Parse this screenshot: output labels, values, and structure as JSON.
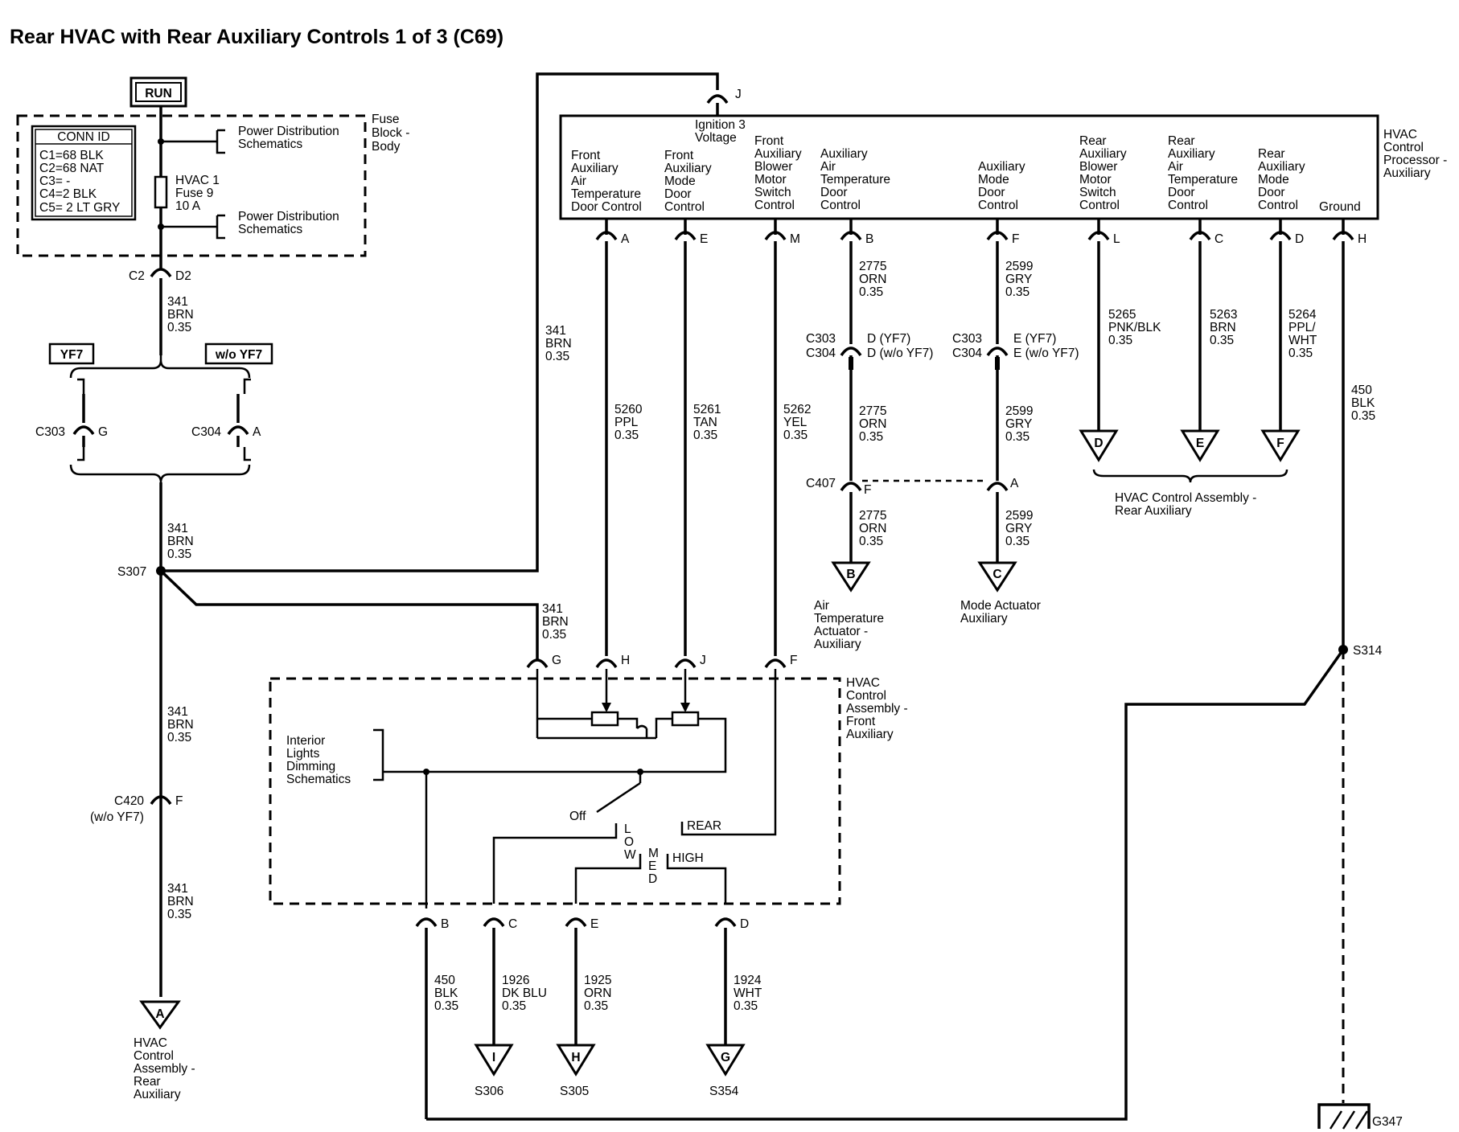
{
  "title": "Rear HVAC with Rear Auxiliary Controls 1 of 3 (C69)",
  "run": "RUN",
  "conn_id": {
    "header": "CONN ID",
    "rows": [
      "C1=68 BLK",
      "C2=68 NAT",
      "C3= -",
      "C4=2 BLK",
      "C5= 2 LT GRY"
    ]
  },
  "fuse_block": {
    "label": [
      "Fuse",
      "Block -",
      "Body"
    ],
    "pds_top": [
      "Power Distribution",
      "Schematics"
    ],
    "pds_bottom": [
      "Power Distribution",
      "Schematics"
    ],
    "fuse": [
      "HVAC 1",
      "Fuse 9",
      "10 A"
    ],
    "c2": "C2",
    "d2": "D2"
  },
  "options": {
    "yf7": "YF7",
    "wo_yf7": "w/o YF7"
  },
  "wires": {
    "w341": [
      "341",
      "BRN",
      "0.35"
    ],
    "w2775": [
      "2775",
      "ORN",
      "0.35"
    ],
    "w2599": [
      "2599",
      "GRY",
      "0.35"
    ],
    "w5260": [
      "5260",
      "PPL",
      "0.35"
    ],
    "w5261": [
      "5261",
      "TAN",
      "0.35"
    ],
    "w5262": [
      "5262",
      "YEL",
      "0.35"
    ],
    "w5265": [
      "5265",
      "PNK/BLK",
      "0.35"
    ],
    "w5263": [
      "5263",
      "BRN",
      "0.35"
    ],
    "w5264": [
      "5264",
      "PPL/",
      "WHT",
      "0.35"
    ],
    "w450": [
      "450",
      "BLK",
      "0.35"
    ],
    "w1926": [
      "1926",
      "DK BLU",
      "0.35"
    ],
    "w1925": [
      "1925",
      "ORN",
      "0.35"
    ],
    "w1924": [
      "1924",
      "WHT",
      "0.35"
    ]
  },
  "connectors": {
    "c303": "C303",
    "g": "G",
    "c304": "C304",
    "a": "A",
    "c303b": "C303",
    "c304b": "C304",
    "d_yf7": "D (YF7)",
    "d_woyf7": "D (w/o YF7)",
    "c303c": "C303",
    "c304c": "C304",
    "e_yf7": "E (YF7)",
    "e_woyf7": "E (w/o YF7)",
    "c407": "C407",
    "f407": "F",
    "a407": "A",
    "c420": "C420",
    "c420_note": "(w/o YF7)",
    "f420": "F"
  },
  "splices": {
    "s307": "S307",
    "s314": "S314"
  },
  "processor": {
    "label": [
      "HVAC",
      "Control",
      "Processor -",
      "Auxiliary"
    ],
    "ignition": [
      "Ignition 3",
      "Voltage"
    ],
    "j": "J",
    "pins": [
      {
        "label": [
          "Front",
          "Auxiliary",
          "Air",
          "Temperature",
          "Door Control"
        ],
        "pin": "A"
      },
      {
        "label": [
          "Front",
          "Auxiliary",
          "Mode",
          "Door",
          "Control"
        ],
        "pin": "E"
      },
      {
        "label": [
          "Front",
          "Auxiliary",
          "Blower",
          "Motor",
          "Switch",
          "Control"
        ],
        "pin": "M"
      },
      {
        "label": [
          "Auxiliary",
          "Air",
          "Temperature",
          "Door",
          "Control"
        ],
        "pin": "B"
      },
      {
        "label": [
          "Auxiliary",
          "Mode",
          "Door",
          "Control"
        ],
        "pin": "F"
      },
      {
        "label": [
          "Rear",
          "Auxiliary",
          "Blower",
          "Motor",
          "Switch",
          "Control"
        ],
        "pin": "L"
      },
      {
        "label": [
          "Rear",
          "Auxiliary",
          "Air",
          "Temperature",
          "Door",
          "Control"
        ],
        "pin": "C"
      },
      {
        "label": [
          "Rear",
          "Auxiliary",
          "Mode",
          "Door",
          "Control"
        ],
        "pin": "D"
      },
      {
        "label": [
          "Ground"
        ],
        "pin": "H"
      }
    ]
  },
  "front_assembly": {
    "label": [
      "HVAC",
      "Control",
      "Assembly -",
      "Front",
      "Auxiliary"
    ],
    "pins_top": [
      "G",
      "H",
      "J",
      "F"
    ],
    "pins_bottom": [
      "B",
      "C",
      "E",
      "D"
    ],
    "interior": [
      "Interior",
      "Lights",
      "Dimming",
      "Schematics"
    ],
    "off": "Off",
    "low": [
      "L",
      "O",
      "W"
    ],
    "med": [
      "M",
      "E",
      "D"
    ],
    "high": "HIGH",
    "rear": "REAR"
  },
  "refs": {
    "a": "A",
    "b": "B",
    "c": "C",
    "d": "D",
    "e": "E",
    "f": "F",
    "i": "I",
    "h": "H",
    "g": "G"
  },
  "ref_labels": {
    "air_temp": [
      "Air",
      "Temperature",
      "Actuator -",
      "Auxiliary"
    ],
    "mode": [
      "Mode Actuator",
      "Auxiliary"
    ],
    "rear_assembly": [
      "HVAC Control Assembly -",
      "Rear Auxiliary"
    ],
    "hvac_rear_a": [
      "HVAC",
      "Control",
      "Assembly -",
      "Rear",
      "Auxiliary"
    ],
    "s306": "S306",
    "s305": "S305",
    "s354": "S354"
  },
  "ground": "G347"
}
